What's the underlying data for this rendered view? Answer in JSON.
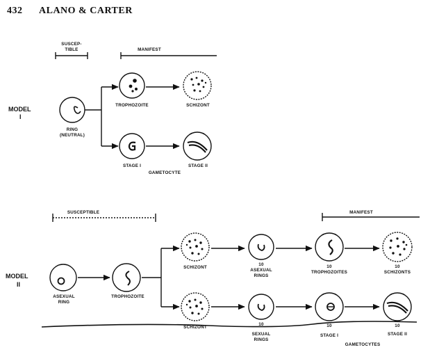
{
  "header": {
    "page_number": "432",
    "authors": "ALANO & CARTER"
  },
  "model1": {
    "label_line1": "MODEL",
    "label_line2": "I",
    "bar_susceptible_line1": "SUSCEP-",
    "bar_susceptible_line2": "TIBLE",
    "bar_manifest": "MANIFEST",
    "ring_line1": "RING",
    "ring_line2": "(NEUTRAL)",
    "trophozoite": "TROPHOZOITE",
    "schizont": "SCHIZONT",
    "stage1": "STAGE I",
    "stage2": "STAGE II",
    "gametocyte": "GAMETOCYTE"
  },
  "model2": {
    "label_line1": "MODEL",
    "label_line2": "II",
    "bar_susceptible": "SUSCEPTIBLE",
    "bar_manifest": "MANIFEST",
    "asexual_ring_line1": "ASEXUAL",
    "asexual_ring_line2": "RING",
    "trophozoite": "TROPHOZOITE",
    "schizont_top": "SCHIZONT",
    "schizont_bottom": "SCHIZONT",
    "asexual_rings_count": "10",
    "asexual_rings_line1": "ASEXUAL",
    "asexual_rings_line2": "RINGS",
    "trophozoites_count": "10",
    "trophozoites": "TROPHOZOITES",
    "schizonts_count": "10",
    "schizonts": "SCHIZONTS",
    "sexual_rings_count": "10",
    "sexual_rings_line1": "SEXUAL",
    "sexual_rings_line2": "RINGS",
    "stage1_count": "10",
    "stage1": "STAGE I",
    "stage2_count": "10",
    "stage2": "STAGE II",
    "gametocytes": "GAMETOCYTES"
  }
}
